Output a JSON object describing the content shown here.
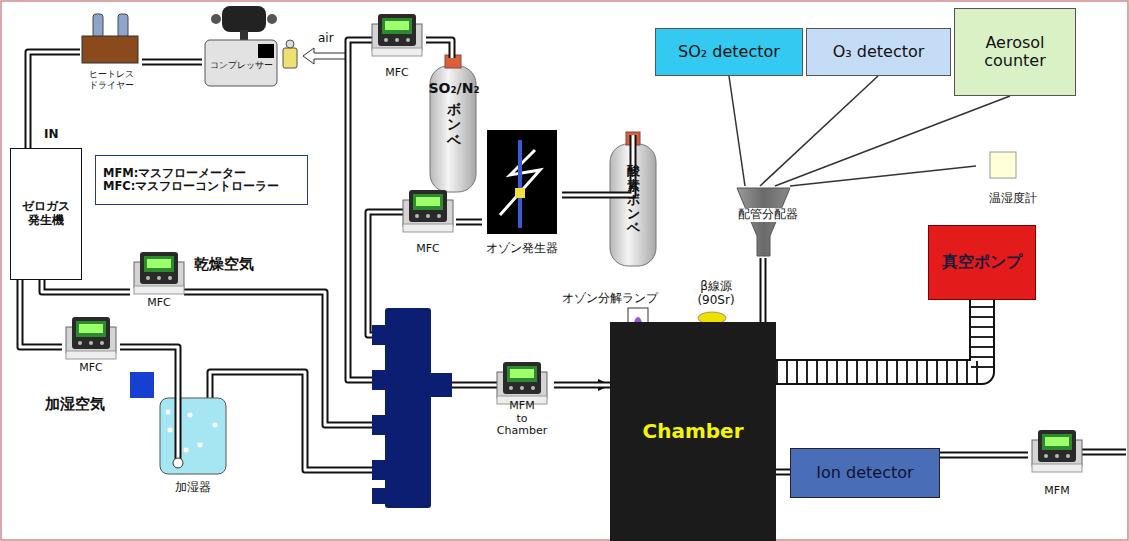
{
  "diagram": {
    "nodes": [
      {
        "text": [
          "ヒートレス ドライヤー"
        ]
      },
      {
        "text": [
          "コンプレッサー"
        ]
      },
      {
        "text": [
          "MFC"
        ]
      },
      {
        "text": [
          "SO₂/N₂",
          "ボンベ"
        ]
      },
      {
        "text": [
          "SO₂ detector"
        ]
      },
      {
        "text": [
          "O₃ detector"
        ]
      },
      {
        "text": [
          "Aerosol counter"
        ]
      },
      {
        "text": [
          "ゼロガス 発生機"
        ]
      },
      {
        "text": [
          "MFM:マスフローメーター",
          "MFC:マスフローコントローラー"
        ]
      },
      {
        "text": [
          "オゾン発生器"
        ]
      },
      {
        "text": [
          "酸素ボンベ"
        ]
      },
      {
        "text": [
          "MFC"
        ]
      },
      {
        "text": [
          "温湿度計"
        ]
      },
      {
        "text": [
          "配管分配器"
        ]
      },
      {
        "text": [
          "MFC"
        ]
      },
      {
        "text": [
          "真空ポンプ"
        ]
      },
      {
        "text": [
          "MFC"
        ]
      },
      {
        "text": [
          "加湿器"
        ]
      },
      {
        "text": [
          "Chamber"
        ]
      },
      {
        "text": [
          "MFM",
          "to Chamber"
        ]
      },
      {
        "text": [
          "Ion detector"
        ]
      },
      {
        "text": [
          "MFM"
        ]
      }
    ],
    "edges": [
      {
        "from": 1,
        "to": 0,
        "arrow": "none"
      },
      {
        "from": 0,
        "to": 7,
        "arrow": "none"
      },
      {
        "from": 3,
        "to": 2,
        "arrow": "none"
      },
      {
        "from": 10,
        "to": 9,
        "arrow": "none"
      },
      {
        "from": 9,
        "to": 11,
        "arrow": "none"
      },
      {
        "from": 19,
        "to": 18,
        "arrow": "to"
      },
      {
        "from": 18,
        "to": 20,
        "arrow": "none"
      },
      {
        "from": 20,
        "to": 21,
        "arrow": "none"
      },
      {
        "from": 18,
        "to": 15,
        "arrow": "none"
      },
      {
        "from": 13,
        "to": 4,
        "arrow": "none"
      },
      {
        "from": 13,
        "to": 5,
        "arrow": "none"
      },
      {
        "from": 13,
        "to": 6,
        "arrow": "none"
      },
      {
        "from": 13,
        "to": 12,
        "arrow": "none"
      },
      {
        "from": 18,
        "to": 13,
        "arrow": "none"
      },
      {
        "from": 16,
        "to": 17,
        "arrow": "none"
      },
      {
        "from": 7,
        "to": 14,
        "arrow": "none"
      },
      {
        "from": 7,
        "to": 16,
        "arrow": "none"
      }
    ],
    "labels": [
      "air",
      "IN",
      "乾燥空気",
      "加湿空気",
      "オゾン分解ランプ",
      "β線源 (90Sr)"
    ]
  }
}
